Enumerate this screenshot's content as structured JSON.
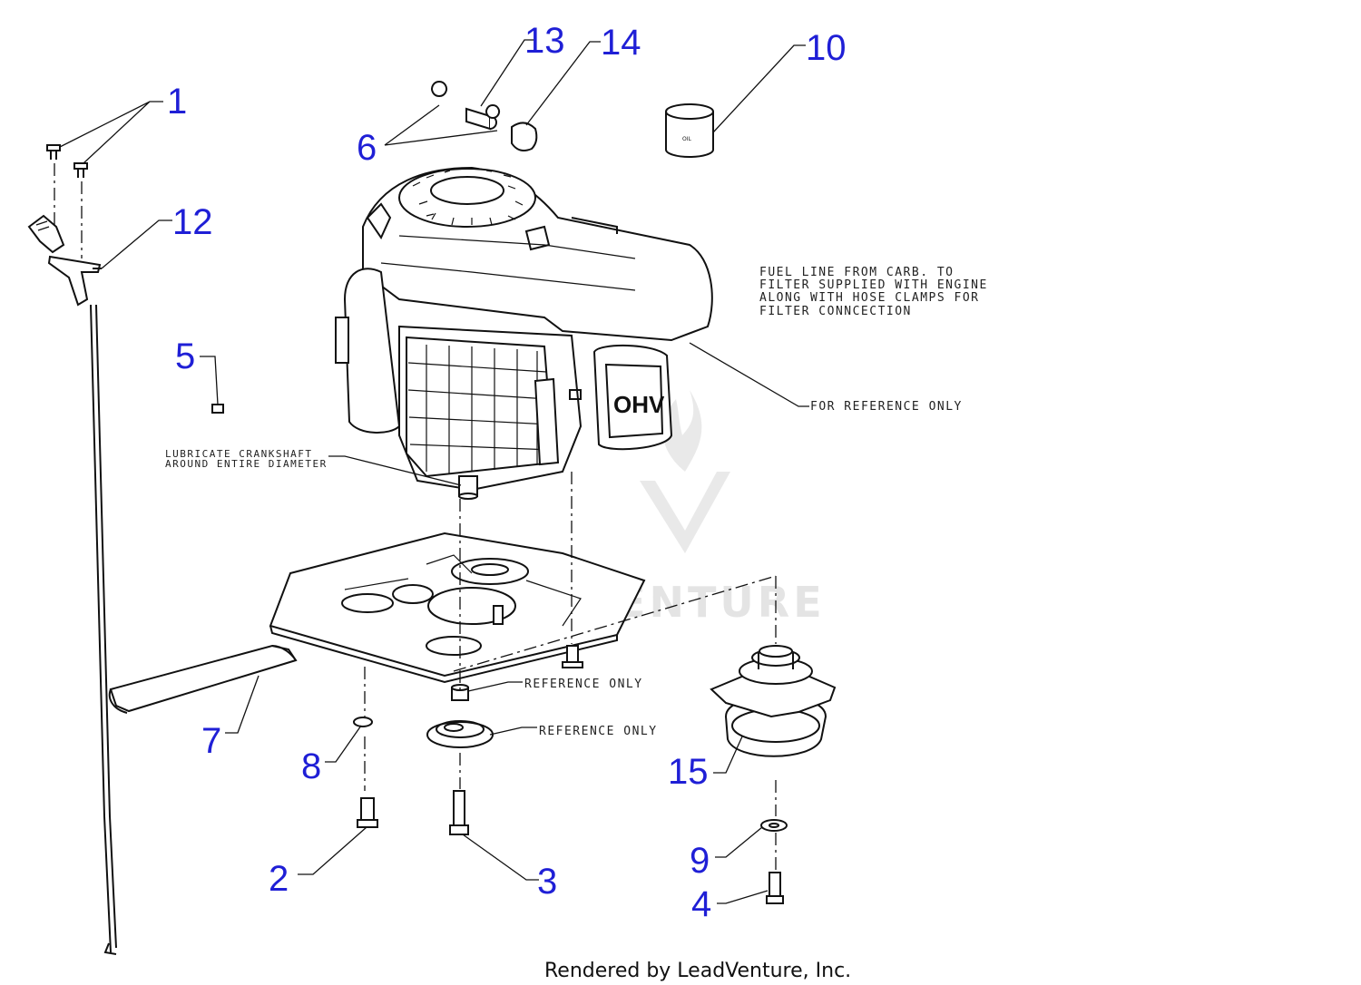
{
  "callouts": [
    "1",
    "2",
    "3",
    "4",
    "5",
    "6",
    "7",
    "8",
    "9",
    "10",
    "12",
    "13",
    "14",
    "15"
  ],
  "notes": {
    "fuel_line": [
      "FUEL LINE FROM CARB. TO",
      "FILTER SUPPLIED WITH ENGINE",
      "ALONG WITH HOSE CLAMPS FOR",
      "FILTER CONNCECTION"
    ],
    "engine_ref": "FOR REFERENCE ONLY",
    "lubricate": [
      "LUBRICATE CRANKSHAFT",
      "AROUND ENTIRE DIAMETER"
    ],
    "spacer_ref": "REFERENCE ONLY",
    "pulley_ref": "REFERENCE ONLY"
  },
  "labels": {
    "engine_badge": "OHV",
    "oil_label": "OIL"
  },
  "watermark": "LEADVENTURE",
  "footer": "Rendered by LeadVenture, Inc.",
  "colors": {
    "callout": "#1f1fd6",
    "line": "#111111",
    "watermark": "#cfcfcf"
  }
}
